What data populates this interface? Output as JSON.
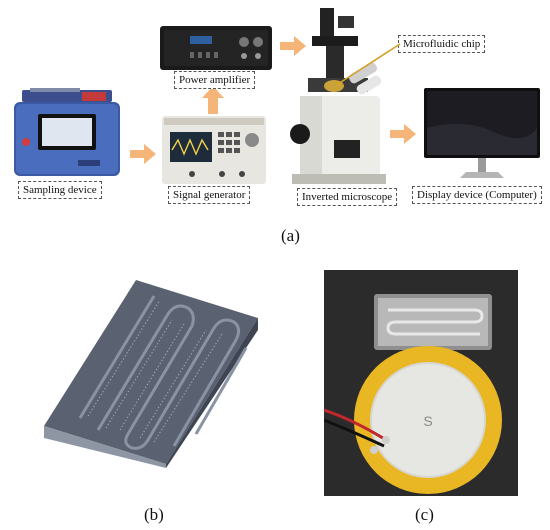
{
  "figure": {
    "panel_a": {
      "components": {
        "sampling_device": "Sampling device",
        "signal_generator": "Signal generator",
        "power_amplifier": "Power amplifier",
        "inverted_microscope": "Inverted microscope",
        "microfluidic_chip": "Microfluidic chip",
        "display_device": "Display device (Computer)"
      },
      "label": "(a)"
    },
    "panel_b": {
      "label": "(b)"
    },
    "panel_c": {
      "label": "(c)",
      "marking": "S"
    },
    "colors": {
      "arrow": "#f5b478",
      "chip_body": "#5a6170",
      "piezo_ring": "#e9b724",
      "background_c": "#2a2a2a"
    }
  }
}
